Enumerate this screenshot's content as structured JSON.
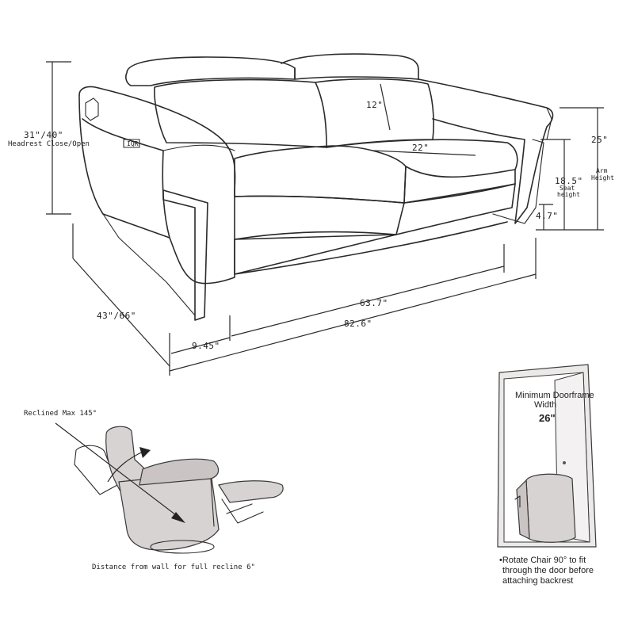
{
  "sofa": {
    "dim_headrest": "31\"/40\"",
    "dim_headrest_caption": "Headrest Close/Open",
    "dim_headrest_depth": "12\"",
    "dim_seat_width": "22\"",
    "dim_arm_height": "25\"",
    "dim_arm_caption_1": "Arm",
    "dim_arm_caption_2": "Height",
    "dim_seat_height": "18.5\"",
    "dim_seat_caption_1": "Seat",
    "dim_seat_caption_2": "height",
    "dim_leg": "4.7\"",
    "dim_depth": "43\"/66\"",
    "dim_inner_width": "63.7\"",
    "dim_total_width": "82.6\"",
    "dim_arm_width": "9.45\"",
    "badge": "IQR"
  },
  "recliner": {
    "caption_angle": "Reclined Max 145°",
    "caption_wall": "Distance from wall for full recline 6\""
  },
  "doorframe": {
    "title_1": "Minimum Doorframe",
    "title_2": "Width",
    "width": "26\"",
    "note_1": "•Rotate Chair 90° to fit",
    "note_2": "through the door before",
    "note_3": "attaching backrest"
  }
}
